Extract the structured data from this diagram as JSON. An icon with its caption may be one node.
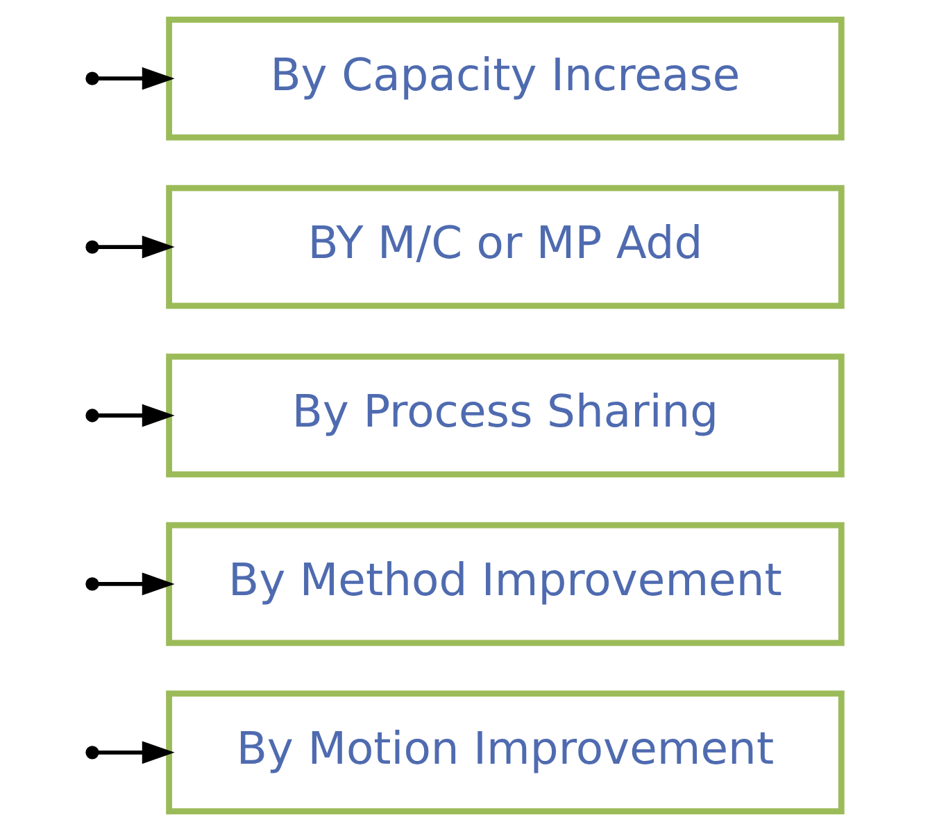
{
  "diagram": {
    "nodes": [
      {
        "text": [
          "By Motion Improvement"
        ]
      },
      {
        "text": [
          "By Method Improvement"
        ]
      },
      {
        "text": [
          "By Process Sharing"
        ]
      },
      {
        "text": [
          "BY M/C or MP Add"
        ]
      },
      {
        "text": [
          "By Capacity Increase"
        ]
      }
    ],
    "edges": [
      {
        "from": null,
        "to": 0,
        "arrow": "to"
      },
      {
        "from": null,
        "to": 1,
        "arrow": "to"
      },
      {
        "from": null,
        "to": 2,
        "arrow": "to"
      },
      {
        "from": null,
        "to": 3,
        "arrow": "to"
      },
      {
        "from": null,
        "to": 4,
        "arrow": "to"
      }
    ]
  }
}
